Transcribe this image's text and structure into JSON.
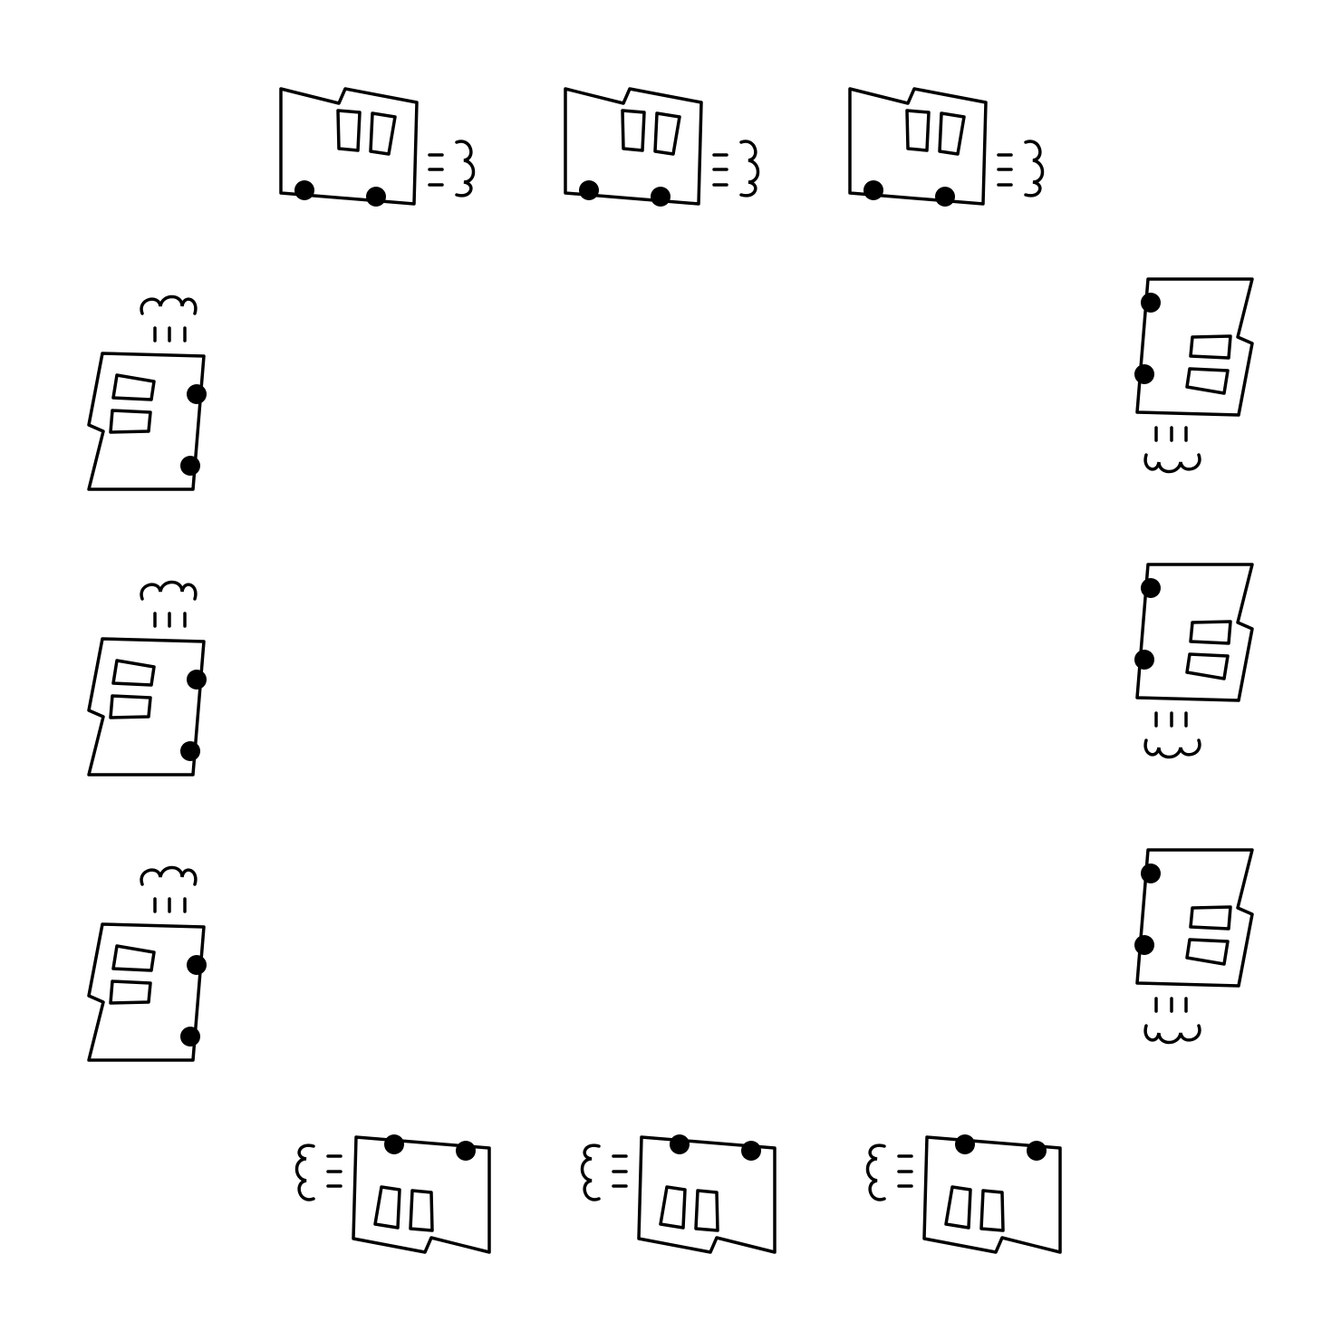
{
  "background_color": "#ffffff",
  "line_color": "#000000",
  "frame": {
    "motif": "car-icon",
    "car_count": 12,
    "top_row": {
      "count": 3,
      "direction": "left"
    },
    "right_column": {
      "count": 3,
      "direction": "up"
    },
    "bottom_row": {
      "count": 3,
      "direction": "right"
    },
    "left_column": {
      "count": 3,
      "direction": "down"
    }
  }
}
